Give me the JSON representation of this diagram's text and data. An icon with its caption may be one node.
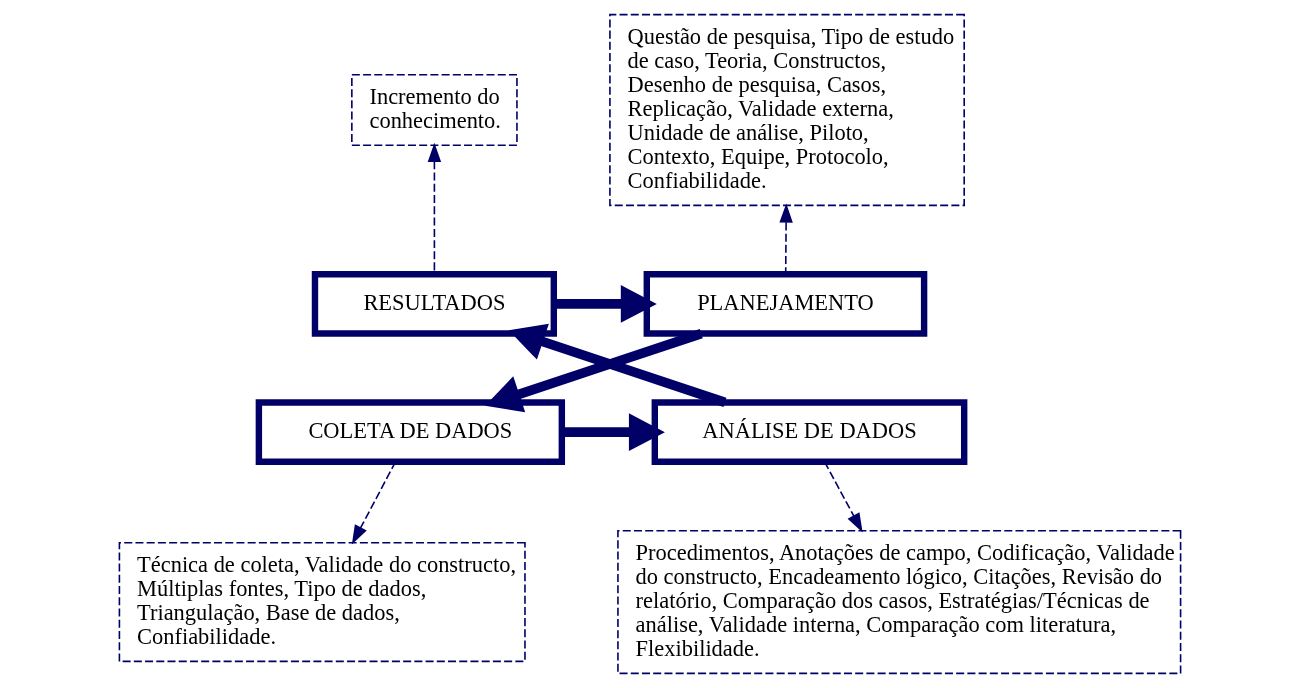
{
  "diagram": {
    "nodes": [
      {
        "text": [
          "Incremento do conhecimento."
        ]
      },
      {
        "text": [
          "RESULTADOS"
        ]
      },
      {
        "text": [
          "Questão de pesquisa, Tipo de estudo de caso, Teoria, Constructos, Desenho de pesquisa, Casos, Replicação, Validade externa, Unidade de análise, Piloto, Contexto, Equipe, Protocolo, Confiabilidade."
        ]
      },
      {
        "text": [
          "PLANEJAMENTO"
        ]
      },
      {
        "text": [
          "ANÁLISE DE DADOS"
        ]
      },
      {
        "text": [
          "COLETA DE DADOS"
        ]
      },
      {
        "text": [
          "Procedimentos, Anotações de campo, Codificação, Validade do constructo, Encadeamento lógico, Citações, Revisão do relatório, Comparação dos casos, Estratégias/Técnicas de análise, Validade interna, Comparação com literatura, Flexibilidade."
        ]
      },
      {
        "text": [
          "Técnica de coleta, Validade do constructo, Múltiplas fontes, Tipo de dados, Triangulação, Base de dados, Confiabilidade."
        ]
      }
    ],
    "edges": [
      {
        "from": 1,
        "to": 0,
        "arrow": "to",
        "style": "dashed"
      },
      {
        "from": 1,
        "to": 3,
        "arrow": "to",
        "style": "thick"
      },
      {
        "from": 3,
        "to": 2,
        "arrow": "to",
        "style": "dashed"
      },
      {
        "from": 3,
        "to": 5,
        "arrow": "to",
        "style": "thick"
      },
      {
        "from": 5,
        "to": 4,
        "arrow": "to",
        "style": "thick"
      },
      {
        "from": 4,
        "to": 1,
        "arrow": "to",
        "style": "thick"
      },
      {
        "from": 4,
        "to": 6,
        "arrow": "to",
        "style": "dashed"
      },
      {
        "from": 5,
        "to": 7,
        "arrow": "to",
        "style": "dashed"
      }
    ]
  }
}
